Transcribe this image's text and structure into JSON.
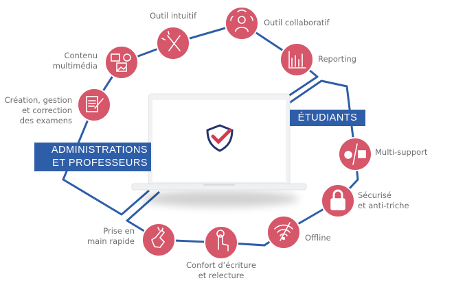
{
  "groups": {
    "admin": {
      "line1": "ADMINISTRATIONS",
      "line2": "ET PROFESSEURS"
    },
    "students": {
      "label": "ÉTUDIANTS"
    }
  },
  "features": [
    {
      "icon": "exam-edit-icon",
      "line1": "Création, gestion",
      "line2": "et correction",
      "line3": "des examens"
    },
    {
      "icon": "multimedia-icon",
      "line1": "Contenu",
      "line2": "multimédia"
    },
    {
      "icon": "intuitive-tool-icon",
      "line1": "Outil intuitif"
    },
    {
      "icon": "collaboration-icon",
      "line1": "Outil collaboratif"
    },
    {
      "icon": "bar-chart-icon",
      "line1": "Reporting"
    },
    {
      "icon": "apple-windows-icon",
      "line1": "Multi-support"
    },
    {
      "icon": "padlock-icon",
      "line1": "Sécurisé",
      "line2": "et anti-triche"
    },
    {
      "icon": "wifi-off-icon",
      "line1": "Offline"
    },
    {
      "icon": "touch-finger-icon",
      "line1": "Confort d’écriture",
      "line2": "et relecture"
    },
    {
      "icon": "snap-hand-icon",
      "line1": "Prise en",
      "line2": "main rapide"
    }
  ],
  "colors": {
    "accent": "#d6566a",
    "line": "#2f5ea8",
    "text": "#6e6e6e"
  }
}
